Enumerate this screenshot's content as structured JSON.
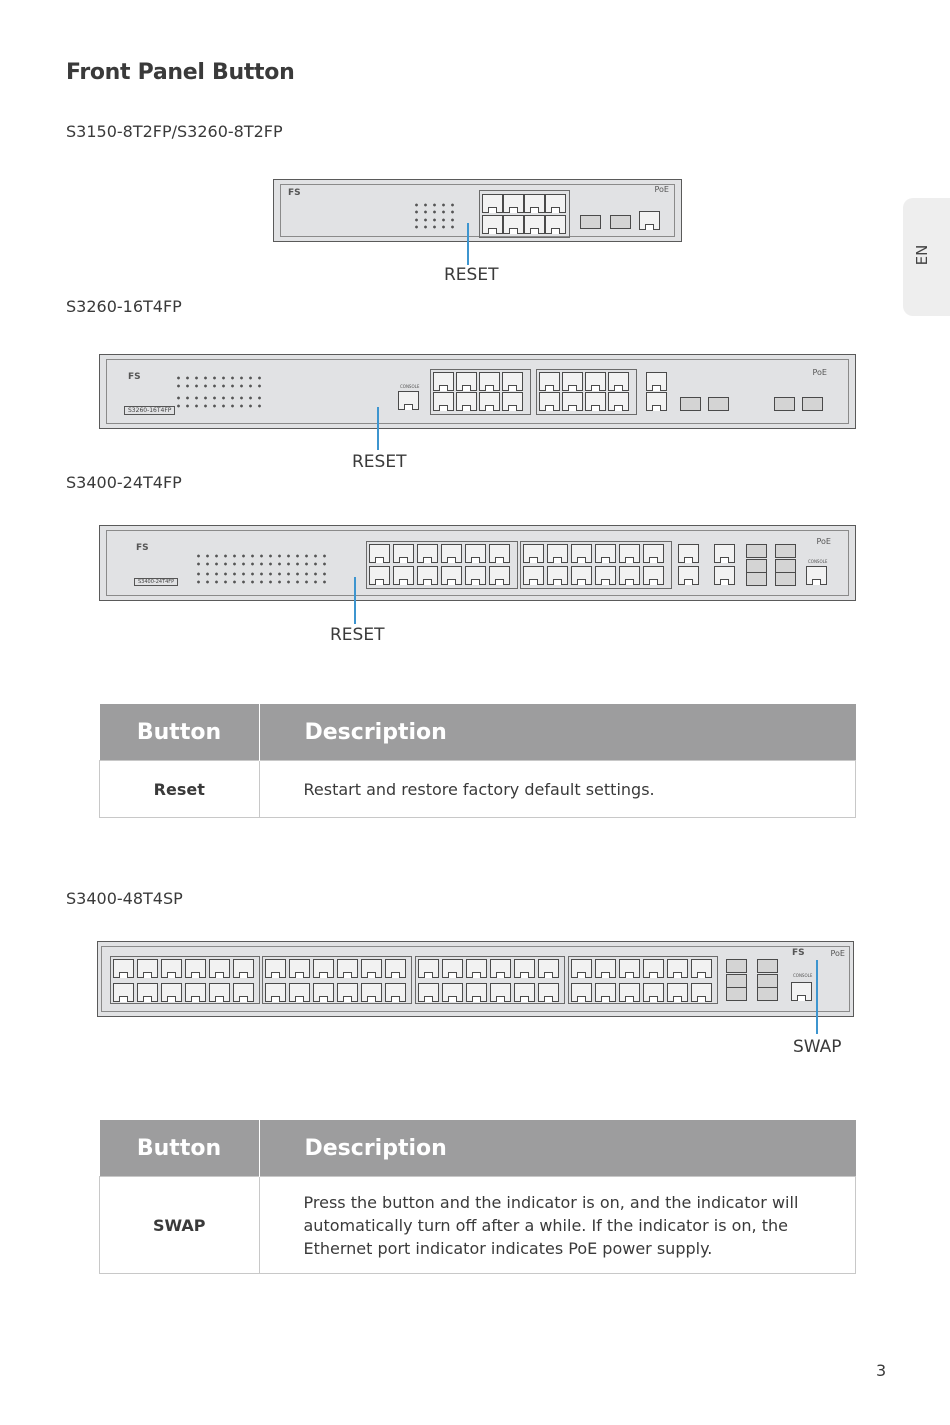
{
  "heading": "Front Panel Button",
  "language_tab": "EN",
  "page_number": "3",
  "figures": [
    {
      "model": "S3150-8T2FP/S3260-8T2FP",
      "callout": "RESET",
      "device_logo": "FS",
      "device_badge": "PoE"
    },
    {
      "model": "S3260-16T4FP",
      "callout": "RESET",
      "device_logo": "FS",
      "device_badge": "PoE",
      "device_model_label": "S3260-16T4FP",
      "console_label": "CONSOLE"
    },
    {
      "model": "S3400-24T4FP",
      "callout": "RESET",
      "device_logo": "FS",
      "device_badge": "PoE",
      "device_model_label": "S3400-24T4FP",
      "console_label": "CONSOLE"
    },
    {
      "model": "S3400-48T4SP",
      "callout": "SWAP",
      "device_logo": "FS",
      "device_badge": "PoE",
      "console_label": "CONSOLE"
    }
  ],
  "tables": [
    {
      "headers": [
        "Button",
        "Description"
      ],
      "rows": [
        [
          "Reset",
          "Restart and restore factory default settings."
        ]
      ]
    },
    {
      "headers": [
        "Button",
        "Description"
      ],
      "rows": [
        [
          "SWAP",
          "Press the button and the indicator is on, and the indicator will automatically turn off after a while. If the indicator is on, the Ethernet port indicator indicates PoE power supply."
        ]
      ]
    }
  ]
}
